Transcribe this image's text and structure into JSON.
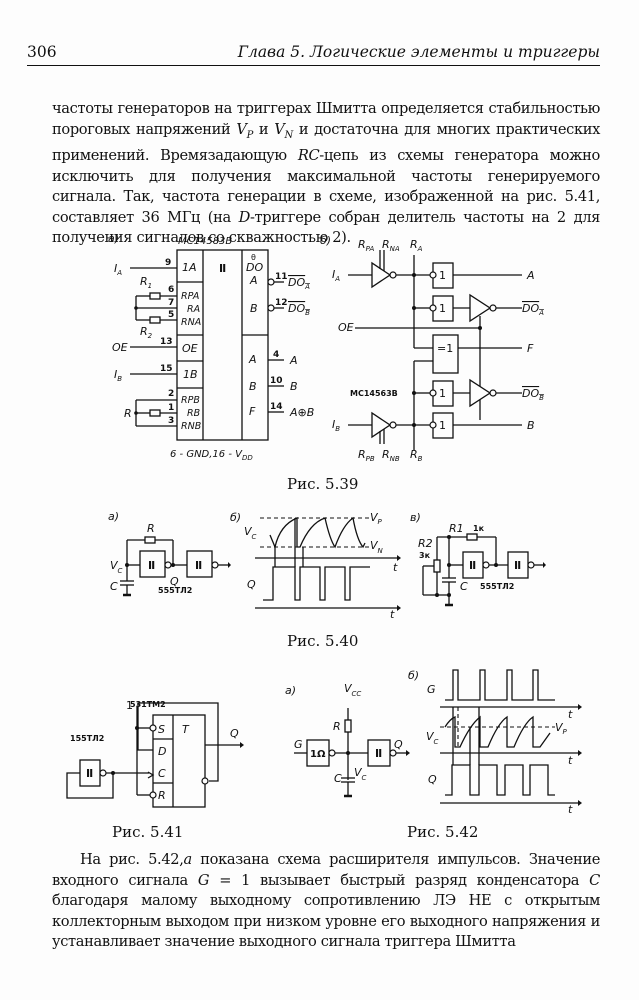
{
  "running_head": {
    "page_number": "306",
    "chapter_title": "Глава 5.  Логические элементы и триггеры"
  },
  "paragraph_1": {
    "segments": [
      "частоты генераторов на триггерах Шмитта определяется стабильностью пороговых напряжений ",
      "V",
      "P",
      " и ",
      "V",
      "N",
      " и достаточна для многих практических применений. Времязадающую ",
      "RC",
      "-цепь из схемы генератора можно исключить для получения максимальной частоты генерируемого сигнала. Так, частота генерации в схеме, изображенной на рис. 5.41, составляет 36 МГц (на ",
      "D",
      "-триггере собран делитель частоты на 2 для получения сигналов со скважностью 2)."
    ]
  },
  "figure_5_39": {
    "caption": "Рис. 5.39",
    "a": {
      "label": "а)",
      "chip": "MC14583B",
      "blocks": [
        "1A",
        "OE",
        "1B"
      ],
      "schmitt_symbol": "Ⅱ",
      "do_header": [
        "θ",
        "DO"
      ],
      "do_outputs": [
        {
          "name": "A",
          "pin": "11",
          "signal": "DO",
          "sub": "A"
        },
        {
          "name": "B",
          "pin": "12",
          "signal": "DO",
          "sub": "B"
        }
      ],
      "outputs": [
        {
          "name": "A",
          "pin": "4",
          "signal": "A"
        },
        {
          "name": "B",
          "pin": "10",
          "signal": "B"
        },
        {
          "name": "F",
          "pin": "14",
          "signal": "A⊕B"
        }
      ],
      "inputs": [
        {
          "signal": "I",
          "sub": "A",
          "pin": "9"
        },
        {
          "signal": "OE",
          "pin": "13"
        },
        {
          "signal": "I",
          "sub": "B",
          "pin": "15"
        }
      ],
      "res_pins_a": [
        {
          "name": "RPA",
          "pin": "6"
        },
        {
          "name": "RA",
          "pin": "7"
        },
        {
          "name": "RNA",
          "pin": "5"
        }
      ],
      "res_pins_b": [
        {
          "name": "RPB",
          "pin": "2"
        },
        {
          "name": "RB",
          "pin": "1"
        },
        {
          "name": "RNB",
          "pin": "3"
        }
      ],
      "resistors": {
        "r1": "R",
        "r1_sub": "1",
        "r2": "R",
        "r2_sub": "2",
        "r": "R"
      },
      "power_note": "6 - GND,16 - V",
      "power_sub": "DD"
    },
    "b": {
      "label": "б)",
      "chip": "MC14563B",
      "top_labels": {
        "rpa": "R",
        "rpa_sub": "PA",
        "rna": "R",
        "rna_sub": "NA",
        "ra": "R",
        "ra_sub": "A"
      },
      "bottom_labels": {
        "rpb": "R",
        "rpb_sub": "PB",
        "rnb": "R",
        "rnb_sub": "NB",
        "rb": "R",
        "rb_sub": "B"
      },
      "inputs": {
        "ia": "I",
        "ia_sub": "A",
        "oe": "OE",
        "ib": "I",
        "ib_sub": "B"
      },
      "gate_or": "1",
      "gate_xor": "=1",
      "outputs": [
        "A",
        "DO",
        "F",
        "DO",
        "B"
      ],
      "output_subs": [
        "",
        "A",
        "",
        "B",
        ""
      ]
    }
  },
  "figure_5_40": {
    "caption": "Рис. 5.40",
    "a": {
      "label": "а)",
      "r": "R",
      "vc": "V",
      "vc_sub": "C",
      "c": "C",
      "q": "Q",
      "chip": "555ТЛ2",
      "schmitt_symbol": "Ⅱ"
    },
    "b": {
      "label": "б)",
      "vc": "V",
      "vc_sub": "C",
      "vp": "V",
      "vp_sub": "P",
      "vn": "V",
      "vn_sub": "N",
      "q": "Q",
      "t": "t"
    },
    "c": {
      "label": "в)",
      "r1": "R1",
      "r1_val": "1к",
      "r2": "R2",
      "r2_val": "3к",
      "c": "C",
      "chip": "555ТЛ2",
      "schmitt_symbol": "Ⅱ"
    }
  },
  "figure_5_41": {
    "caption": "Рис. 5.41",
    "chip_trigger": "531ТМ2",
    "chip_schmitt": "155ТЛ2",
    "const_one": "1",
    "pins": [
      "S",
      "D",
      "C",
      "R"
    ],
    "trigger_symbol": "T",
    "output": "Q",
    "schmitt_symbol": "Ⅱ"
  },
  "figure_5_42": {
    "caption": "Рис. 5.42",
    "a": {
      "label": "а)",
      "vcc": "V",
      "vcc_sub": "CC",
      "r": "R",
      "g": "G",
      "gate": "1Ω",
      "c": "C",
      "vc": "V",
      "vc_sub": "C",
      "q": "Q",
      "schmitt_symbol": "Ⅱ"
    },
    "b": {
      "label": "б)",
      "g": "G",
      "vc": "V",
      "vc_sub": "C",
      "vp": "V",
      "vp_sub": "P",
      "q": "Q",
      "t": "t"
    }
  },
  "paragraph_2": {
    "segments": [
      "На рис. 5.42,",
      "а",
      " показана схема расширителя импульсов. Значение входного сигнала ",
      "G",
      " = 1 вызывает быстрый разряд конденсатора ",
      "C",
      " благодаря малому выходному сопротивлению ЛЭ НЕ с открытым коллекторным выходом при низком уровне его выходного напряжения и устанавливает значение выходного сигнала триггера Шмитта"
    ]
  }
}
